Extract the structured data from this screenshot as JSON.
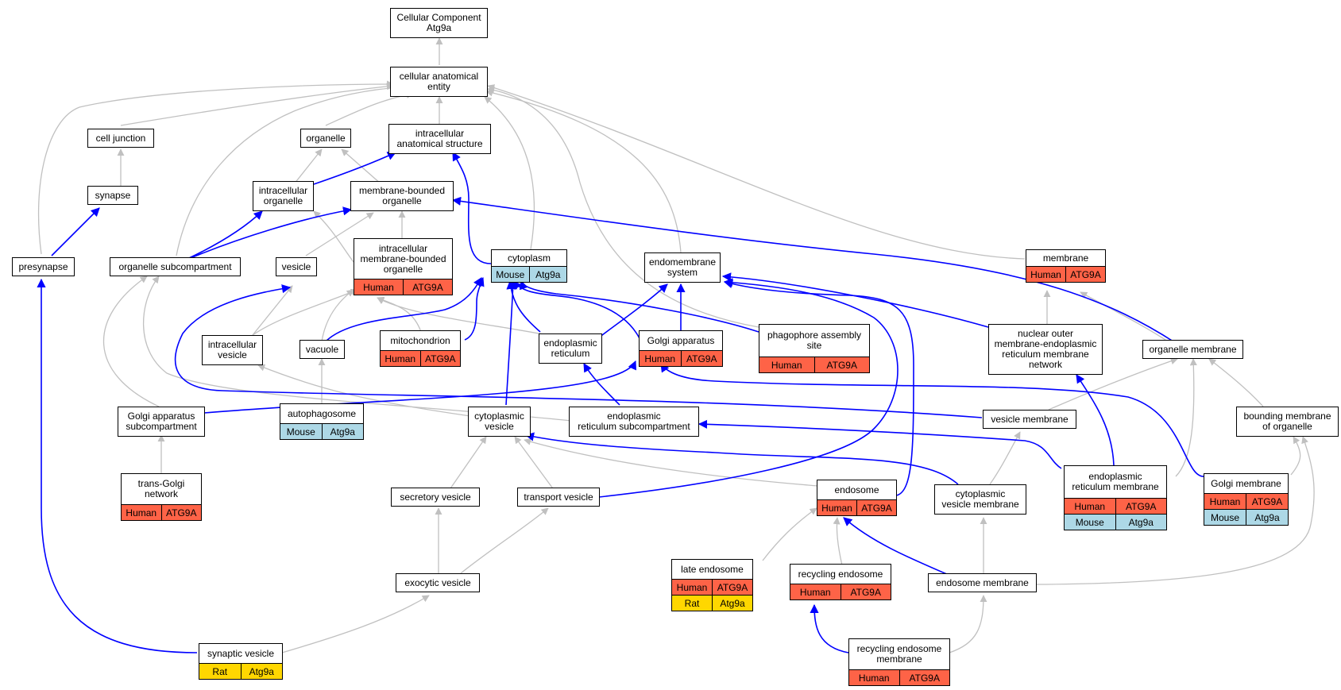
{
  "colors": {
    "human": "#fe6347",
    "mouse": "#add8e6",
    "rat": "#ffd700",
    "edge_is_a": "#c0c0c0",
    "edge_part_of": "#0000ff"
  },
  "nodes": {
    "cc_root": {
      "label": "Cellular Component\nAtg9a"
    },
    "cae": {
      "label": "cellular anatomical\nentity"
    },
    "cell_junction": {
      "label": "cell junction"
    },
    "organelle": {
      "label": "organelle"
    },
    "ias": {
      "label": "intracellular\nanatomical structure"
    },
    "synapse": {
      "label": "synapse"
    },
    "io": {
      "label": "intracellular\norganelle"
    },
    "mbo": {
      "label": "membrane-bounded\norganelle"
    },
    "presynapse": {
      "label": "presynapse"
    },
    "org_sub": {
      "label": "organelle subcompartment"
    },
    "vesicle": {
      "label": "vesicle"
    },
    "imbo": {
      "label": "intracellular\nmembrane-bounded\norganelle",
      "rows": [
        [
          "Human",
          "ATG9A"
        ]
      ]
    },
    "cytoplasm": {
      "label": "cytoplasm",
      "rows": [
        [
          "Mouse",
          "Atg9a"
        ]
      ]
    },
    "endomembrane": {
      "label": "endomembrane\nsystem"
    },
    "membrane": {
      "label": "membrane",
      "rows": [
        [
          "Human",
          "ATG9A"
        ]
      ]
    },
    "int_vesicle": {
      "label": "intracellular\nvesicle"
    },
    "vacuole": {
      "label": "vacuole"
    },
    "mito": {
      "label": "mitochondrion",
      "rows": [
        [
          "Human",
          "ATG9A"
        ]
      ]
    },
    "er": {
      "label": "endoplasmic\nreticulum"
    },
    "golgi": {
      "label": "Golgi apparatus",
      "rows": [
        [
          "Human",
          "ATG9A"
        ]
      ]
    },
    "phag": {
      "label": "phagophore assembly\nsite",
      "rows": [
        [
          "Human",
          "ATG9A"
        ]
      ]
    },
    "nuc_outer": {
      "label": "nuclear outer\nmembrane-endoplasmic\nreticulum membrane\nnetwork"
    },
    "org_mem": {
      "label": "organelle membrane"
    },
    "golgi_sub": {
      "label": "Golgi apparatus\nsubcompartment"
    },
    "autophag": {
      "label": "autophagosome",
      "rows": [
        [
          "Mouse",
          "Atg9a"
        ]
      ]
    },
    "cyt_vesicle": {
      "label": "cytoplasmic\nvesicle"
    },
    "er_sub": {
      "label": "endoplasmic\nreticulum subcompartment"
    },
    "ves_mem": {
      "label": "vesicle membrane"
    },
    "bound_mem": {
      "label": "bounding membrane\nof organelle"
    },
    "tgn": {
      "label": "trans-Golgi\nnetwork",
      "rows": [
        [
          "Human",
          "ATG9A"
        ]
      ]
    },
    "secretory": {
      "label": "secretory vesicle"
    },
    "transport": {
      "label": "transport vesicle"
    },
    "endosome": {
      "label": "endosome",
      "rows": [
        [
          "Human",
          "ATG9A"
        ]
      ]
    },
    "cyt_ves_mem": {
      "label": "cytoplasmic\nvesicle membrane"
    },
    "er_mem": {
      "label": "endoplasmic\nreticulum membrane",
      "rows": [
        [
          "Human",
          "ATG9A"
        ],
        [
          "Mouse",
          "Atg9a"
        ]
      ]
    },
    "golgi_mem": {
      "label": "Golgi membrane",
      "rows": [
        [
          "Human",
          "ATG9A"
        ],
        [
          "Mouse",
          "Atg9a"
        ]
      ]
    },
    "late_endo": {
      "label": "late endosome",
      "rows": [
        [
          "Human",
          "ATG9A"
        ],
        [
          "Rat",
          "Atg9a"
        ]
      ]
    },
    "rec_endo": {
      "label": "recycling endosome",
      "rows": [
        [
          "Human",
          "ATG9A"
        ]
      ]
    },
    "exocytic": {
      "label": "exocytic vesicle"
    },
    "endo_mem": {
      "label": "endosome membrane"
    },
    "synaptic": {
      "label": "synaptic vesicle",
      "rows": [
        [
          "Rat",
          "Atg9a"
        ]
      ]
    },
    "rec_endo_mem": {
      "label": "recycling endosome\nmembrane",
      "rows": [
        [
          "Human",
          "ATG9A"
        ]
      ]
    }
  }
}
